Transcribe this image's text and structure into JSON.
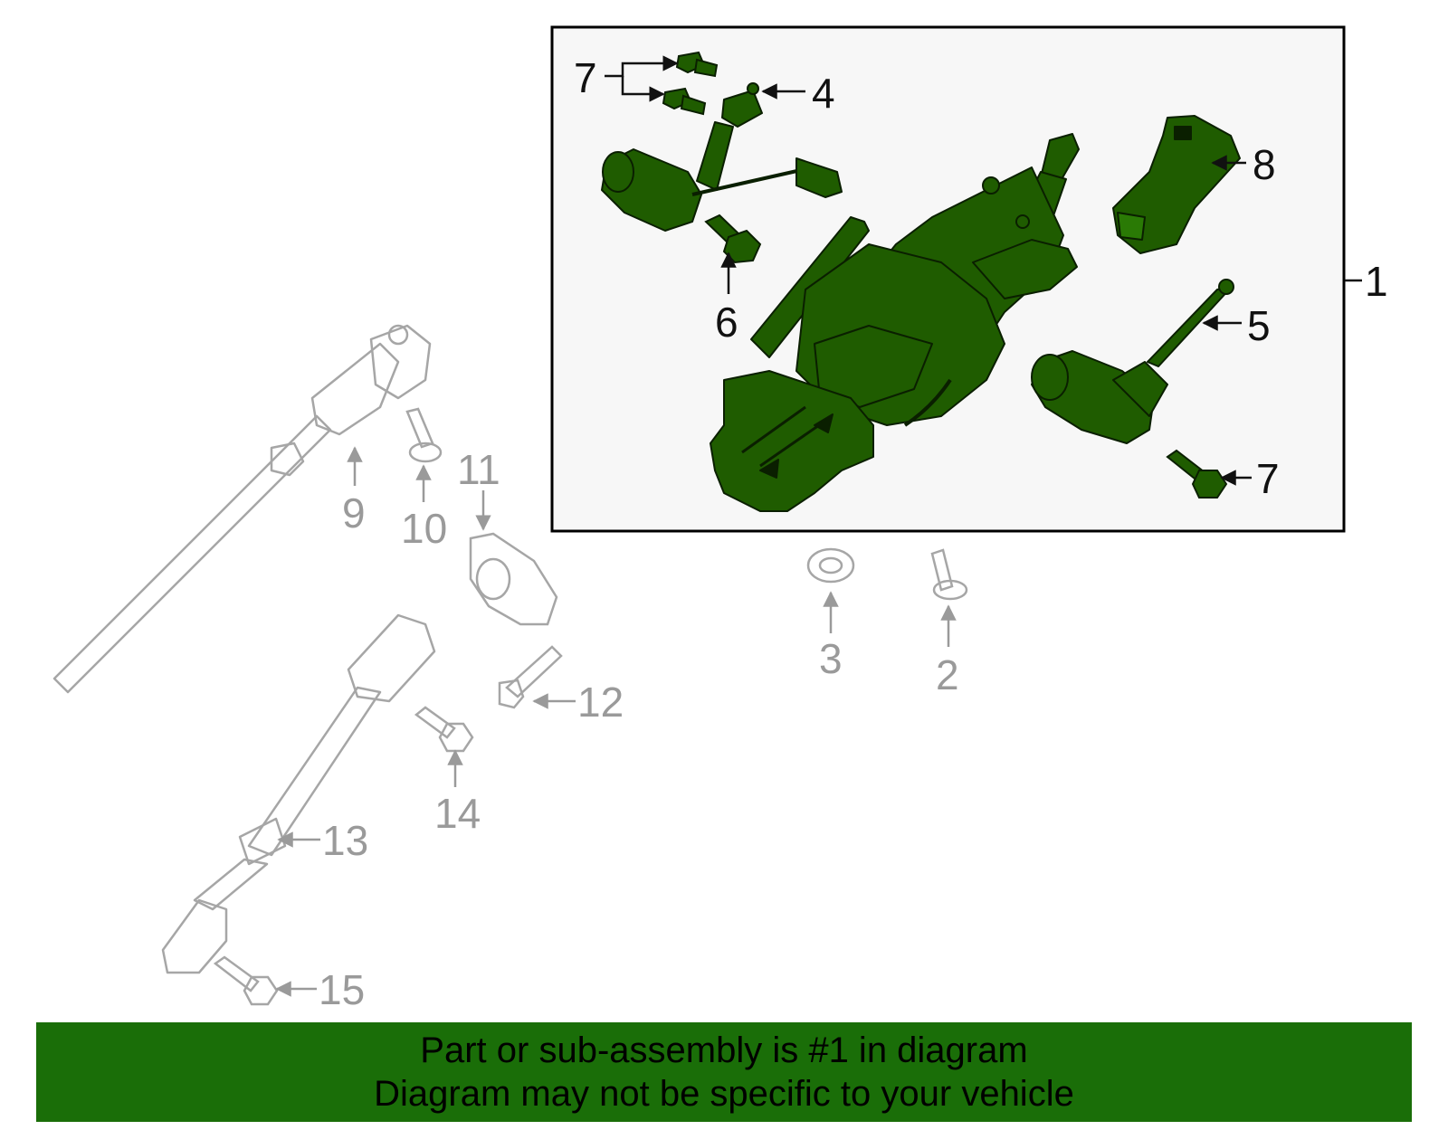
{
  "colors": {
    "highlight_fill": "#1f5c00",
    "highlight_stroke": "#0a1f00",
    "ghost_stroke": "#a6a6a6",
    "banner_bg": "#1a6e08",
    "inset_border": "#000000",
    "inset_bg": "#f7f7f7"
  },
  "callouts": {
    "c1": "1",
    "c2": "2",
    "c3": "3",
    "c4": "4",
    "c5": "5",
    "c6": "6",
    "c7a": "7",
    "c7b": "7",
    "c8": "8",
    "c9": "9",
    "c10": "10",
    "c11": "11",
    "c12": "12",
    "c13": "13",
    "c14": "14",
    "c15": "15"
  },
  "banner": {
    "line1": "Part or sub-assembly is #1 in diagram",
    "line2": "Diagram may not be specific to your vehicle"
  }
}
